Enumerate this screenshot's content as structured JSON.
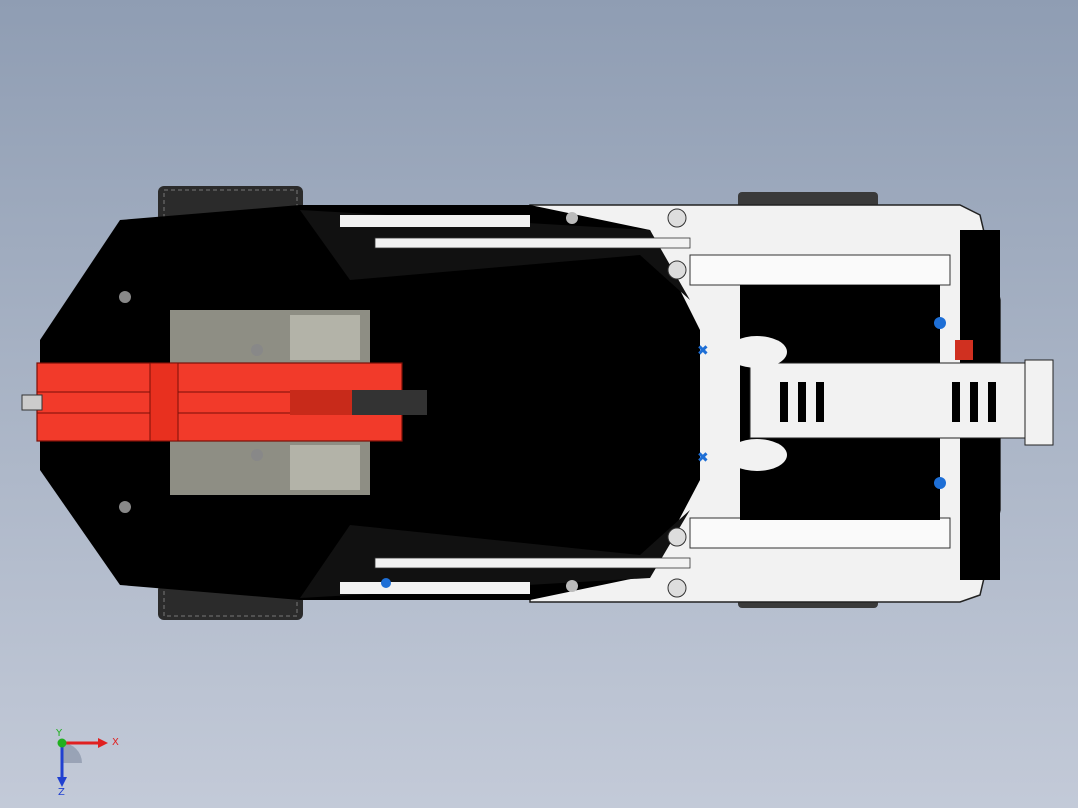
{
  "viewport": {
    "background_top": "#8f9db3",
    "background_bottom": "#c3cad8",
    "model_colors": {
      "body": "#000000",
      "red_arm": "#f23a2a",
      "white_parts": "#f2f2f2",
      "grey_parts": "#9a9a90",
      "tire": "#2b2b2b",
      "pin_blue": "#1e6fd6"
    }
  },
  "triad": {
    "x_label": "X",
    "y_label": "Y",
    "z_label": "Z",
    "x_color": "#e02020",
    "y_color": "#20b020",
    "z_color": "#2040d0"
  }
}
